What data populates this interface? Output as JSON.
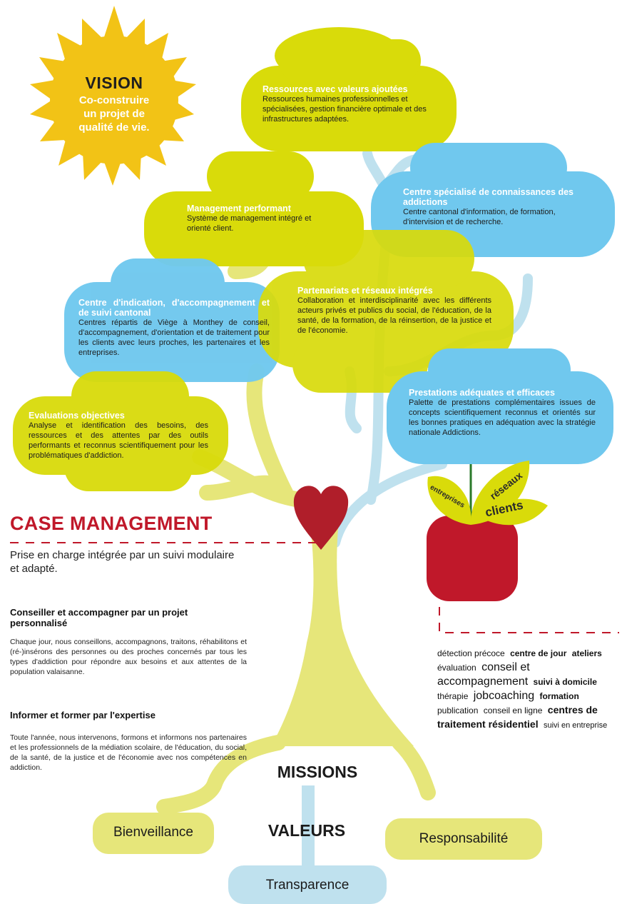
{
  "colors": {
    "sun": "#f2c316",
    "lime": "#d9db0a",
    "blue": "#70c8ee",
    "red": "#c0182a",
    "trunk": "#e6e67a",
    "branch_light": "#bfe1ee"
  },
  "vision": {
    "title": "VISION",
    "line1": "Co-construire",
    "line2": "un projet de",
    "line3": "qualité de vie."
  },
  "clouds": {
    "ressources": {
      "title": "Ressources avec valeurs ajoutées",
      "body": "Ressources humaines professionnelles et spécialisées, gestion financière optimale et des infrastructures adaptées."
    },
    "centre_specialise": {
      "title": "Centre spécialisé de connaissances des addictions",
      "body": "Centre cantonal d'information, de formation, d'intervision et de recherche."
    },
    "management": {
      "title": "Management performant",
      "body": "Système de management intégré et orienté client."
    },
    "partenariats": {
      "title": "Partenariats et réseaux intégrés",
      "body": "Collaboration et interdisciplinarité avec les différents acteurs privés et publics du social, de l'éducation, de la santé, de la formation, de la réinsertion, de la justice et de l'économie."
    },
    "centre_indication": {
      "title": "Centre d'indication, d'accompagnement et de suivi cantonal",
      "body": "Centres répartis de Viège à Monthey de conseil, d'accompagnement, d'orientation et de traitement pour les clients avec leurs proches, les partenaires et les entreprises."
    },
    "prestations": {
      "title": "Prestations adéquates et efficaces",
      "body": "Palette de prestations complémentaires issues de concepts scientifiquement reconnus et orientés sur les bonnes pratiques en adéquation avec la stratégie nationale Addictions."
    },
    "evaluations": {
      "title": "Evaluations objectives",
      "body": "Analyse et identification des besoins, des ressources et des attentes par des outils performants et reconnus scientifiquement pour les problématiques d'addiction."
    }
  },
  "leaves": {
    "entreprises": "entreprises",
    "reseaux": "réseaux",
    "clients": "clients"
  },
  "case_management": {
    "title": "CASE MANAGEMENT",
    "subtitle": "Prise en charge intégrée par un suivi modulaire et adapté.",
    "section1_title": "Conseiller et accompagner par un projet personnalisé",
    "section1_body": "Chaque jour, nous conseillons, accompagnons, traitons, réhabilitons et (ré-)insérons des personnes ou des proches concernés par tous les types d'addiction pour répondre aux besoins et aux attentes de la population valaisanne.",
    "section2_title": "Informer et former par l'expertise",
    "section2_body": "Toute l'année, nous intervenons, formons et informons nos partenaires et les professionnels de la médiation scolaire, de l'éducation, du social, de la santé, de la justice et de l'économie avec nos compétences en addiction."
  },
  "services": [
    {
      "text": "détection précoce",
      "style": "n"
    },
    {
      "text": "centre de jour",
      "style": "b"
    },
    {
      "text": "ateliers",
      "style": "b"
    },
    {
      "text": "évaluation",
      "style": "n"
    },
    {
      "text": "conseil et accompagnement",
      "style": "l"
    },
    {
      "text": "suivi à domicile",
      "style": "b"
    },
    {
      "text": "thérapie",
      "style": "n"
    },
    {
      "text": "jobcoaching",
      "style": "l"
    },
    {
      "text": "formation",
      "style": "b"
    },
    {
      "text": "publication",
      "style": "n"
    },
    {
      "text": "conseil en ligne",
      "style": "n"
    },
    {
      "text": "centres de traitement résidentiel",
      "style": "b"
    },
    {
      "text": "suivi en entreprise",
      "style": "n"
    }
  ],
  "missions": "MISSIONS",
  "valeurs": "VALEURS",
  "values": {
    "bienveillance": "Bienveillance",
    "responsabilite": "Responsabilité",
    "transparence": "Transparence"
  }
}
